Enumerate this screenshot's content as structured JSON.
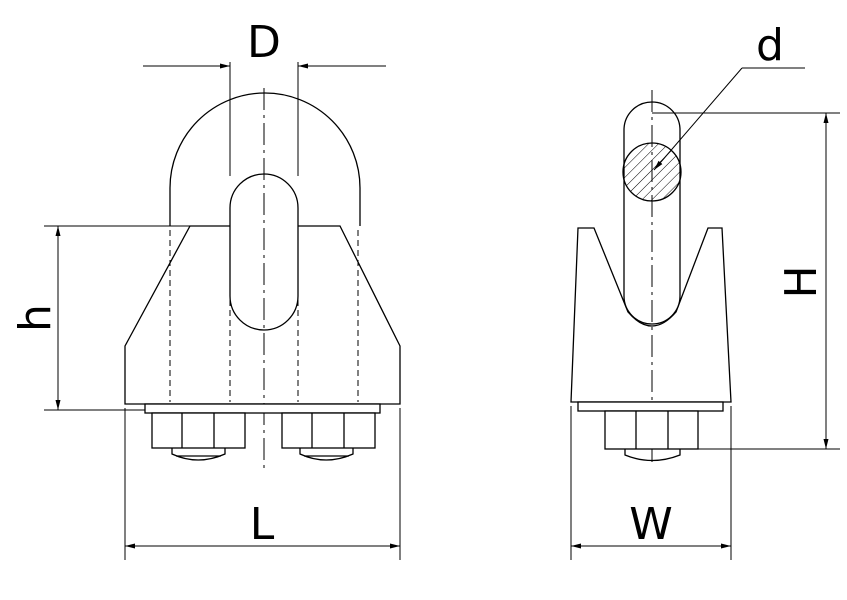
{
  "labels": {
    "D": "D",
    "d": "d",
    "h": "h",
    "H": "H",
    "L": "L",
    "W": "W"
  },
  "colors": {
    "stroke": "#000000",
    "background": "#ffffff"
  }
}
